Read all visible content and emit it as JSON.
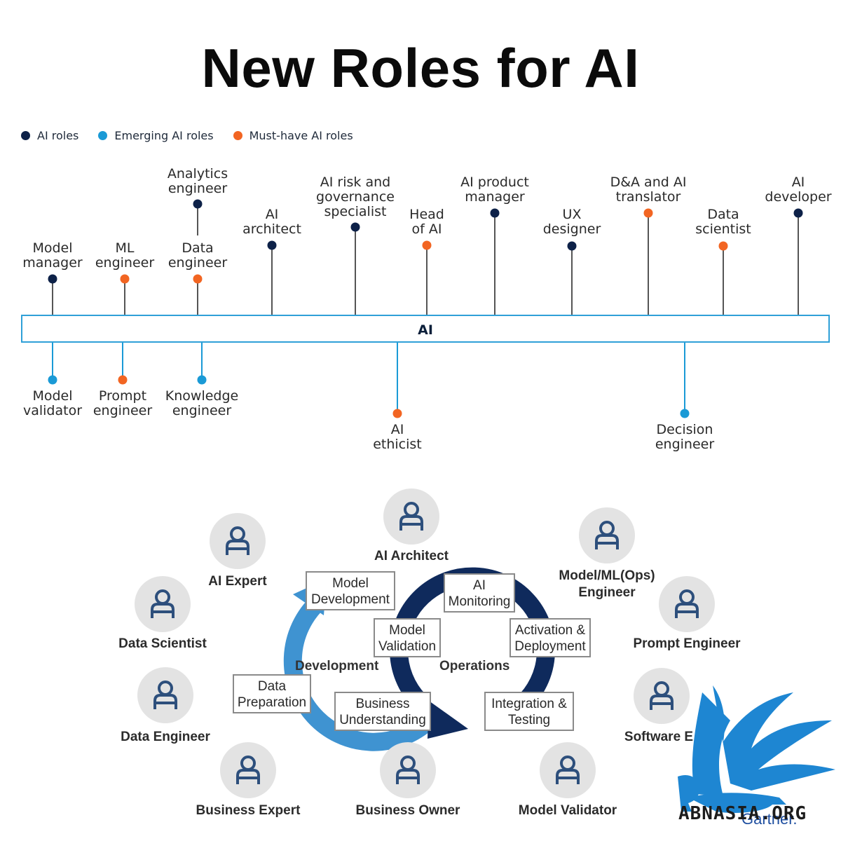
{
  "title": "New Roles for AI",
  "legend": [
    {
      "label": "AI roles",
      "color": "#0d2148"
    },
    {
      "label": "Emerging AI roles",
      "color": "#1a9ad6"
    },
    {
      "label": "Must-have AI roles",
      "color": "#f26522"
    }
  ],
  "timeline": {
    "center_label": "AI",
    "above": [
      {
        "label": "Model\nmanager",
        "type": 0
      },
      {
        "label": "ML\nengineer",
        "type": 2
      },
      {
        "label": "Data\nengineer",
        "type": 2
      },
      {
        "label": "Analytics\nengineer",
        "type": 0
      },
      {
        "label": "AI\narchitect",
        "type": 0
      },
      {
        "label": "AI risk and\ngovernance\nspecialist",
        "type": 0
      },
      {
        "label": "Head\nof AI",
        "type": 2
      },
      {
        "label": "AI product\nmanager",
        "type": 0
      },
      {
        "label": "UX\ndesigner",
        "type": 0
      },
      {
        "label": "D&A and AI\ntranslator",
        "type": 2
      },
      {
        "label": "Data\nscientist",
        "type": 2
      },
      {
        "label": "AI\ndeveloper",
        "type": 0
      }
    ],
    "below": [
      {
        "label": "Model\nvalidator",
        "type": 1
      },
      {
        "label": "Prompt\nengineer",
        "type": 2
      },
      {
        "label": "Knowledge\nengineer",
        "type": 1
      },
      {
        "label": "AI\nethicist",
        "type": 2
      },
      {
        "label": "Decision\nengineer",
        "type": 1
      }
    ]
  },
  "cycle": {
    "phases": [
      "Development",
      "Operations"
    ],
    "steps": [
      "Model\nDevelopment",
      "AI\nMonitoring",
      "Model\nValidation",
      "Activation &\nDeployment",
      "Data\nPreparation",
      "Business\nUnderstanding",
      "Integration &\nTesting"
    ],
    "colors": {
      "development": "#3f93d1",
      "operations": "#0f2a5c"
    }
  },
  "people": [
    "AI Architect",
    "AI Expert",
    "Model/ML(Ops)\nEngineer",
    "Data Scientist",
    "Prompt Engineer",
    "Data Engineer",
    "Software E",
    "Business Expert",
    "Business Owner",
    "Model Validator"
  ],
  "watermark": {
    "text": "ABNASIA.ORG",
    "sub": "Gartner."
  }
}
